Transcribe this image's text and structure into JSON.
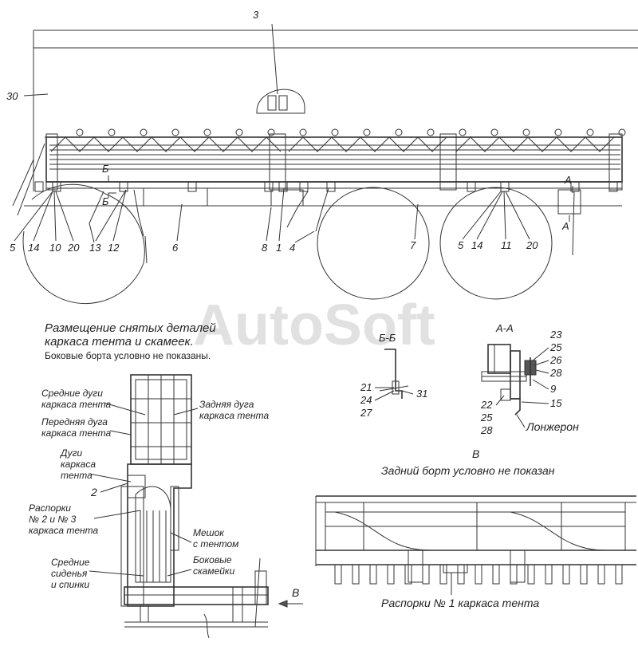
{
  "watermark": "AutoSoft",
  "main_view": {
    "callouts_top": [
      "30",
      "3"
    ],
    "callouts_bottom": [
      "5",
      "14",
      "10",
      "20",
      "13",
      "12",
      "6",
      "8",
      "1",
      "4",
      "7",
      "5",
      "14",
      "11",
      "20"
    ],
    "view_marks": {
      "b_upper": "Б",
      "b_lower": "Б",
      "a_upper": "А",
      "a_lower": "А"
    },
    "caption_line1": "Размещение снятых деталей",
    "caption_line2": "каркаса тента и скамеек.",
    "caption_note": "Боковые борта условно не показаны."
  },
  "section_bb": {
    "title": "Б-Б",
    "callouts": [
      "21",
      "24",
      "27",
      "31"
    ]
  },
  "section_aa": {
    "title": "А-А",
    "callouts_right": [
      "23",
      "25",
      "26",
      "28",
      "9",
      "15"
    ],
    "callouts_left": [
      "22",
      "25",
      "28"
    ],
    "label_spar": "Лонжерон"
  },
  "rear_view": {
    "labels": {
      "middle_arcs": [
        "Средние дуги",
        "каркаса тента"
      ],
      "front_arc": [
        "Передняя дуга",
        "каркаса тента"
      ],
      "rear_arc": [
        "Задняя дуга",
        "каркаса тента"
      ],
      "arcs": [
        "Дуги",
        "каркаса",
        "тента"
      ],
      "struts": [
        "Распорки",
        "№ 2 и № 3",
        "каркаса тента"
      ],
      "bag": [
        "Мешок",
        "с тентом"
      ],
      "benches": [
        "Боковые",
        "скамейки"
      ],
      "seats": [
        "Средние",
        "сиденья",
        "и спинки"
      ]
    },
    "callout_2": "2",
    "arrow_label": "В"
  },
  "view_b": {
    "title": "В",
    "note": "Задний борт условно не показан",
    "caption": "Распорки № 1 каркаса тента"
  }
}
